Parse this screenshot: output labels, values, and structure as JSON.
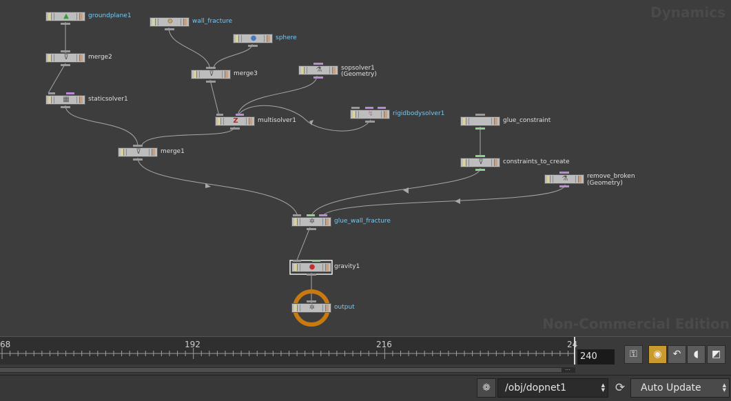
{
  "watermarks": {
    "context": "Dynamics",
    "edition": "Non-Commercial Edition"
  },
  "nodes": {
    "groundplane1": {
      "label": "groundplane1",
      "glyph": "▲"
    },
    "wall_fracture": {
      "label": "wall_fracture",
      "glyph": "⚙"
    },
    "sphere": {
      "label": "sphere",
      "glyph": "●"
    },
    "merge2": {
      "label": "merge2",
      "glyph": "⊽"
    },
    "merge3": {
      "label": "merge3",
      "glyph": "⊽"
    },
    "sopsolver1": {
      "label": "sopsolver1",
      "sublabel": "(Geometry)",
      "glyph": "⚗"
    },
    "staticsolver1": {
      "label": "staticsolver1",
      "glyph": "▦"
    },
    "multisolver1": {
      "label": "multisolver1",
      "glyph": "Z"
    },
    "rigidbodysolver1": {
      "label": "rigidbodysolver1",
      "glyph": "↯"
    },
    "glue_constraint": {
      "label": "glue_constraint",
      "glyph": ""
    },
    "merge1": {
      "label": "merge1",
      "glyph": "⊽"
    },
    "constraints_to_create": {
      "label": "constraints_to_create",
      "glyph": "⊽"
    },
    "remove_broken": {
      "label": "remove_broken",
      "sublabel": "(Geometry)",
      "glyph": "⚗"
    },
    "glue_wall_fracture": {
      "label": "glue_wall_fracture",
      "glyph": "✲"
    },
    "gravity1": {
      "label": "gravity1",
      "glyph": "●"
    },
    "output": {
      "label": "output",
      "glyph": "✲"
    }
  },
  "timeline": {
    "tick_labels": [
      "68",
      "192",
      "216",
      "24"
    ],
    "current_frame": "240",
    "scroll_handle": "⋯"
  },
  "timeline_buttons": [
    {
      "name": "keys-icon",
      "glyph": "⚿"
    },
    {
      "name": "realtime-icon",
      "glyph": "◉",
      "active": true
    },
    {
      "name": "loop-icon",
      "glyph": "↶"
    },
    {
      "name": "audio-icon",
      "glyph": "◖"
    },
    {
      "name": "expand-icon",
      "glyph": "◩"
    }
  ],
  "statusbar": {
    "brain_icon": "brain-icon",
    "path": "/obj/dopnet1",
    "update_mode": "Auto Update"
  },
  "colors": {
    "accent": "#c87a10",
    "blue_label": "#7cc7ee",
    "purple_port": "#b98bd6",
    "green_port": "#8ed08e"
  }
}
